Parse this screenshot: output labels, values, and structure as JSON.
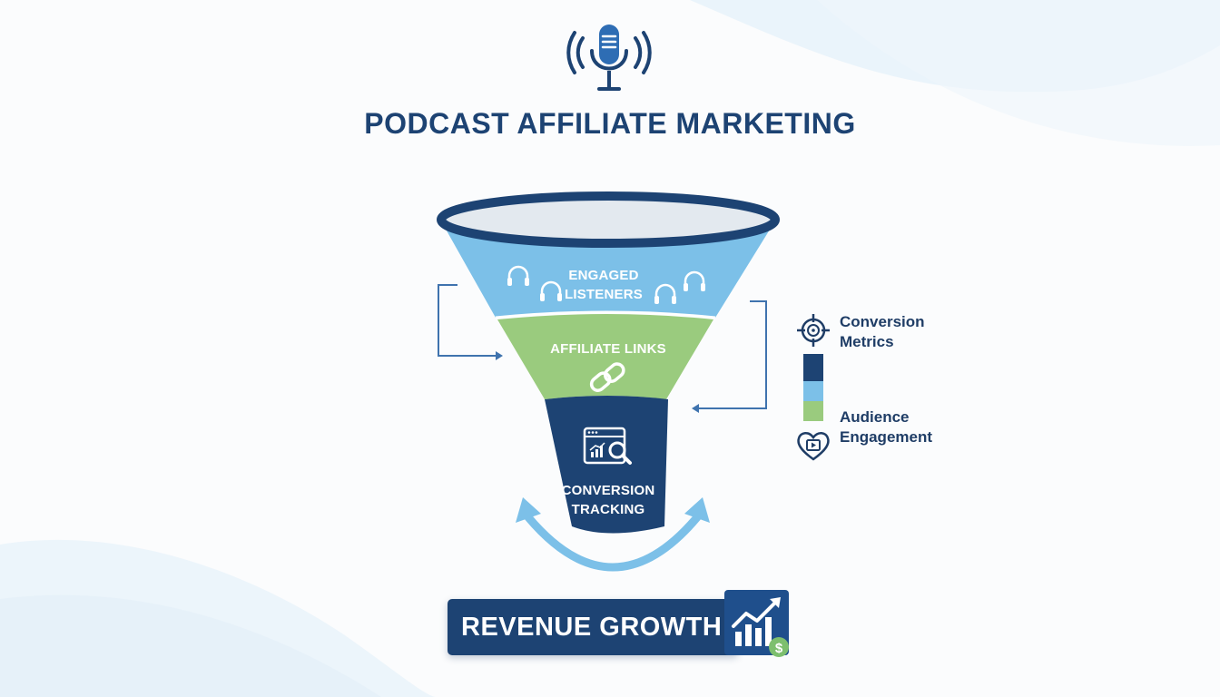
{
  "header": {
    "icon": "microphone-broadcast-icon",
    "title": "PODCAST AFFILIATE MARKETING"
  },
  "funnel": {
    "stages": [
      {
        "label_line1": "ENGAGED",
        "label_line2": "LISTENERS",
        "icon": "headphones-icon",
        "color": "#7cc0e8"
      },
      {
        "label_line1": "AFFILIATE LINKS",
        "label_line2": "",
        "icon": "chain-link-icon",
        "color": "#9acb7e"
      },
      {
        "label_line1": "CONVERSION",
        "label_line2": "TRACKING",
        "icon": "analytics-search-icon",
        "color": "#1d4373"
      }
    ],
    "rim_color": "#1d4373",
    "feedback_arrow_color": "#7cc0e8"
  },
  "legend": {
    "top_label_line1": "Conversion",
    "top_label_line2": "Metrics",
    "top_icon": "target-dollar-icon",
    "bottom_label_line1": "Audience",
    "bottom_label_line2": "Engagement",
    "bottom_icon": "heart-play-icon",
    "swatches": [
      "#1d4373",
      "#7cc0e8",
      "#9acb7e"
    ]
  },
  "footer": {
    "label": "REVENUE GROWTH",
    "icon": "growth-chart-dollar-icon",
    "box_color": "#1d4373",
    "dollar_badge_color": "#7dbf6e"
  }
}
